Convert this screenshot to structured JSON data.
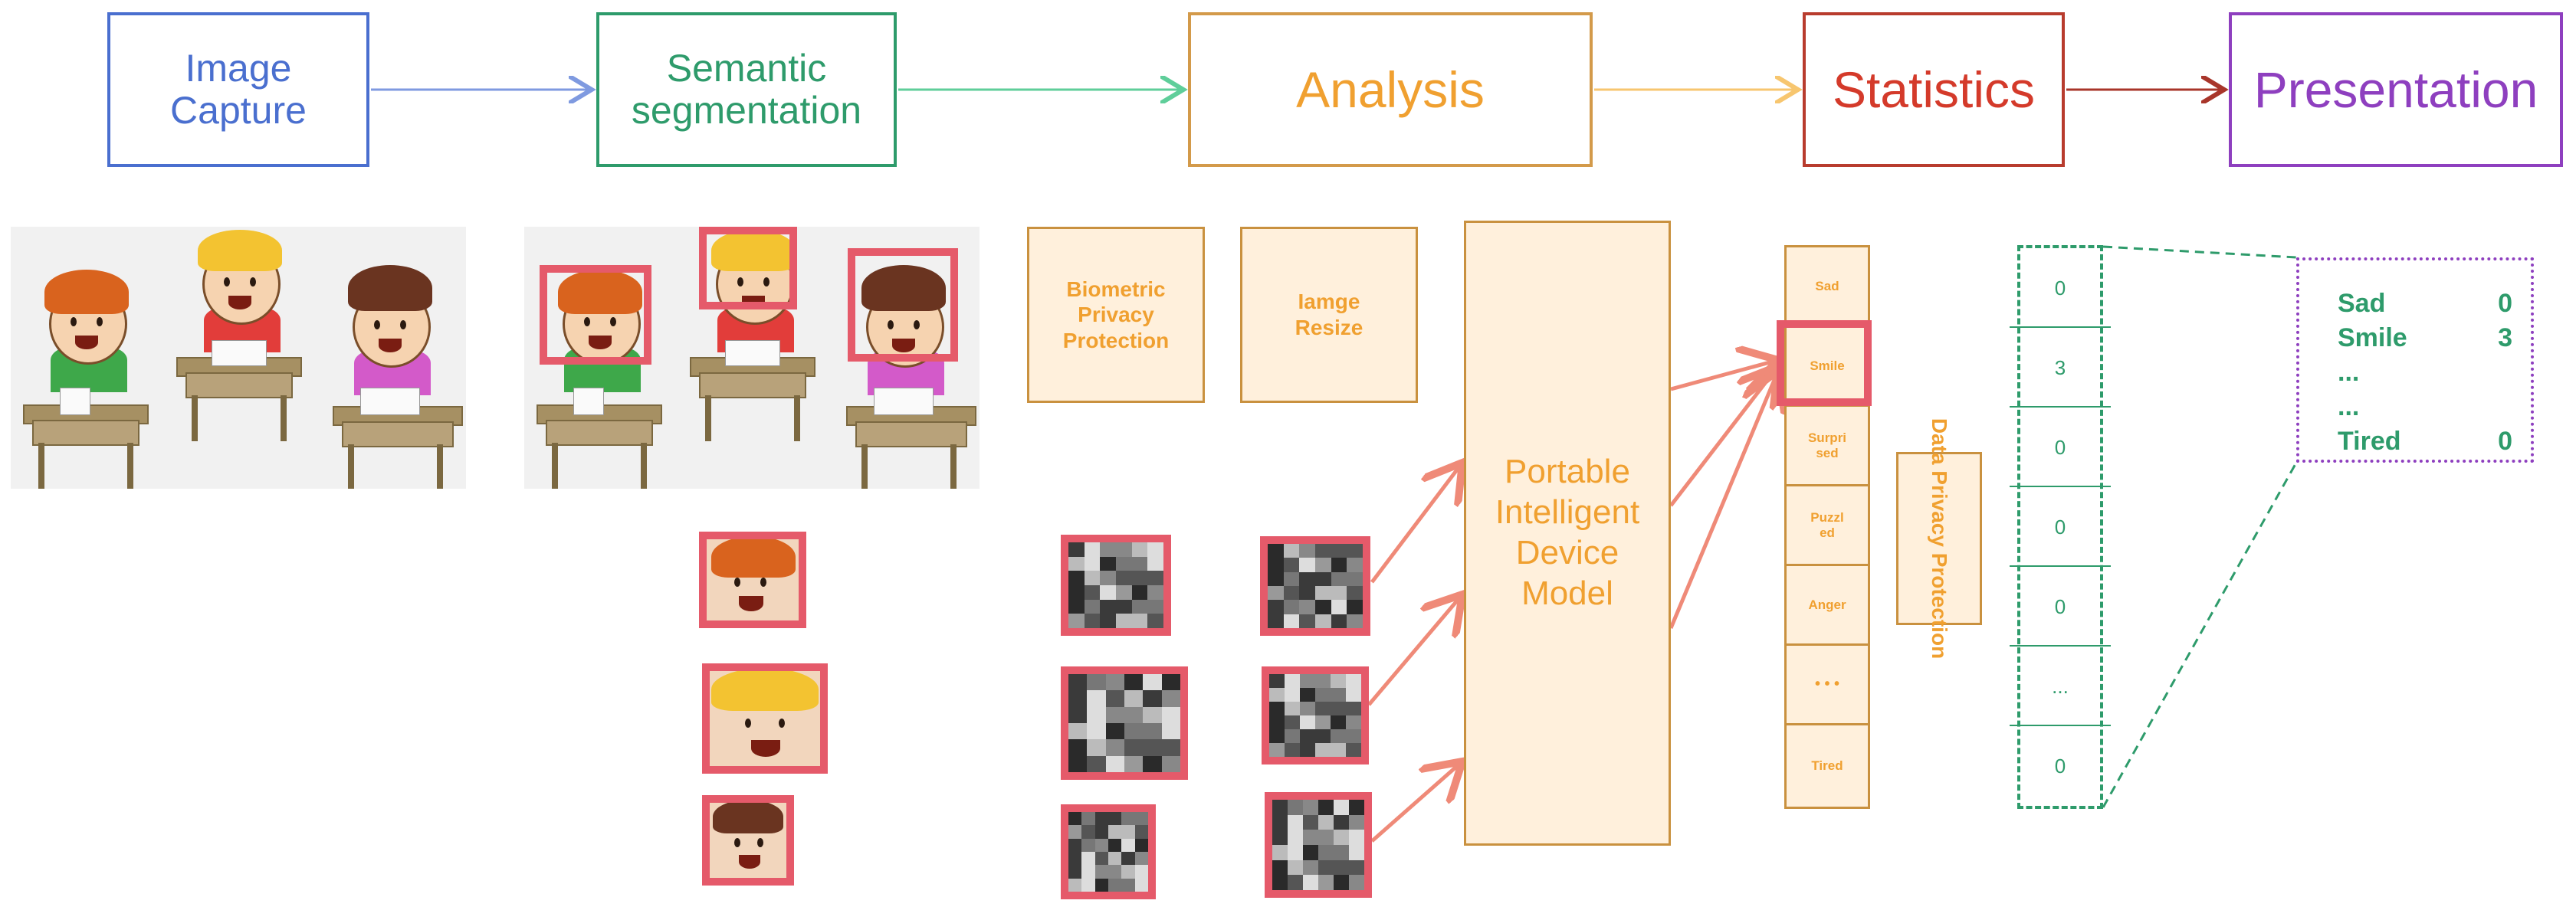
{
  "stages": {
    "capture": "Image\nCapture",
    "segmentation": "Semantic\nsegmentation",
    "analysis": "Analysis",
    "statistics": "Statistics",
    "presentation": "Presentation"
  },
  "analysis": {
    "biometric": "Biometric\nPrivacy\nProtection",
    "resize": "Iamge\nResize",
    "model": "Portable\nIntelligent\nDevice\nModel"
  },
  "emotions": [
    "Sad",
    "Smile",
    "Surpri\nsed",
    "Puzzl\ned",
    "Anger",
    "• • •",
    "Tired"
  ],
  "data_privacy": "Data Privacy\nProtection",
  "counts": [
    "0",
    "3",
    "0",
    "0",
    "0",
    "...",
    "0"
  ],
  "summary": [
    {
      "label": "Sad",
      "value": "0"
    },
    {
      "label": "Smile",
      "value": "3"
    },
    {
      "label": "...",
      "value": ""
    },
    {
      "label": "...",
      "value": ""
    },
    {
      "label": "Tired",
      "value": "0"
    }
  ],
  "colors": {
    "capture": "#4a6fcf",
    "segmentation": "#2e9b6b",
    "analysis": "#f0a030",
    "statistics": "#d43a2a",
    "presentation": "#8e3fbf",
    "highlight": "#e55a6a"
  }
}
